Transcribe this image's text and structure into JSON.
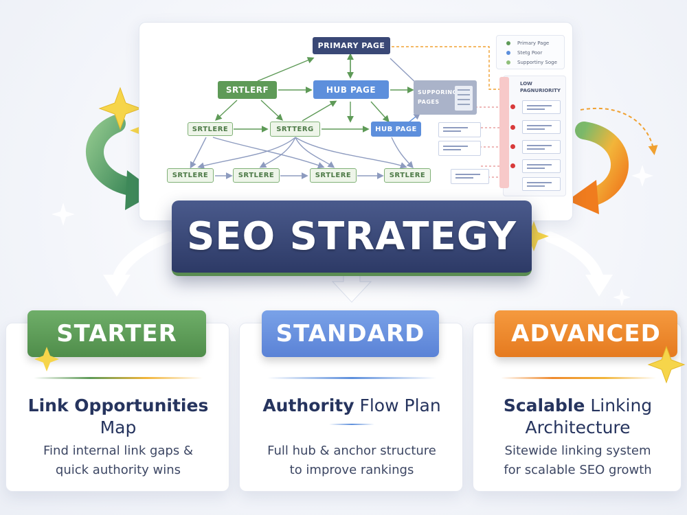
{
  "diagram": {
    "primary_page": "PRIMARY PAGE",
    "hub_page_top": "HUB PAGE",
    "hub_page_mid": "HUB PAGE",
    "starter_solid": "SRTLERF",
    "starter_mid_left": "SRTLERE",
    "starter_mid_center": "SRTTERG",
    "starter_bottom": [
      "SRTLERE",
      "SRTLERE",
      "SRTLERE",
      "SRTLERE"
    ],
    "supporting_pages": [
      "SUPPORING",
      "PAGES"
    ],
    "legend": [
      {
        "label": "Primary Page",
        "color": "#5e9a57"
      },
      {
        "label": "Stetg Poor",
        "color": "#5d8fdc"
      },
      {
        "label": "Supportiny Soge",
        "color": "#8fbf7a"
      }
    ],
    "rank_title": [
      "LOW",
      "PAGNURIORITY"
    ]
  },
  "banner": {
    "title": "SEO STRATEGY"
  },
  "tiers": [
    {
      "badge": "STARTER",
      "title_bold": "Link Opportunities",
      "title_rest": "Map",
      "desc": [
        "Find internal link gaps &",
        "quick authority wins"
      ],
      "color": "#5e9a57"
    },
    {
      "badge": "STANDARD",
      "title_bold": "Authority",
      "title_rest": " Flow Plan",
      "desc": [
        "Full hub & anchor structure",
        "to improve rankings"
      ],
      "color": "#5d8fdc"
    },
    {
      "badge": "ADVANCED",
      "title_bold": "Scalable",
      "title_rest": " Linking",
      "title_line2": "Architecture",
      "desc": [
        "Sitewide linking system",
        "for scalable SEO growth"
      ],
      "color": "#ef8a2e"
    }
  ]
}
